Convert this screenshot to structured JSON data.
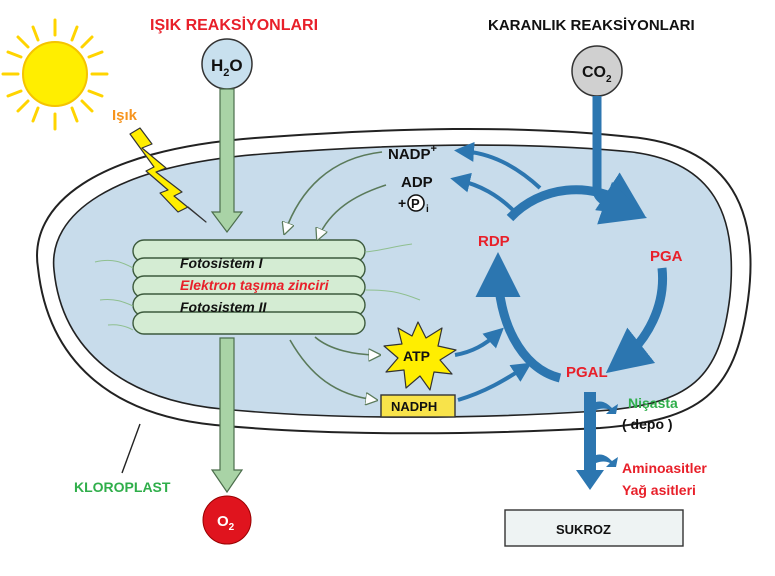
{
  "headings": {
    "light": "IŞIK REAKSİYONLARI",
    "dark": "KARANLIK REAKSİYONLARI"
  },
  "light_label": "Işık",
  "molecules": {
    "water": {
      "main": "H",
      "sub": "2",
      "tail": "O"
    },
    "co2": {
      "main": "CO",
      "sub": "2"
    },
    "oxygen": {
      "main": "O",
      "sub": "2"
    },
    "nadp_plus": {
      "main": "NADP",
      "sup": "+"
    },
    "adp": "ADP",
    "pi": {
      "plus": "+",
      "circle": "P",
      "sub": "i"
    },
    "atp": "ATP",
    "nadph": "NADPH"
  },
  "thylakoid": {
    "line1": "Fotosistem I",
    "line2": "Elektron taşıma zinciri",
    "line3": "Fotosistem II"
  },
  "calvin": {
    "rdp": "RDP",
    "pga": "PGA",
    "pgal": "PGAL"
  },
  "products": {
    "starch": "Nişasta",
    "storage": "( depo )",
    "amino": "Aminoasitler",
    "fatty": "Yağ asitleri",
    "sucrose": "SUKROZ"
  },
  "organelle_label": "KLOROPLAST",
  "colors": {
    "red": "#e8202a",
    "green": "#2fae4a",
    "orange": "#f7941d",
    "blue_arrow": "#2c76b0",
    "stroma": "#c8dceb",
    "thylakoid": "#d4ecd3",
    "sun": "#ffee00"
  }
}
